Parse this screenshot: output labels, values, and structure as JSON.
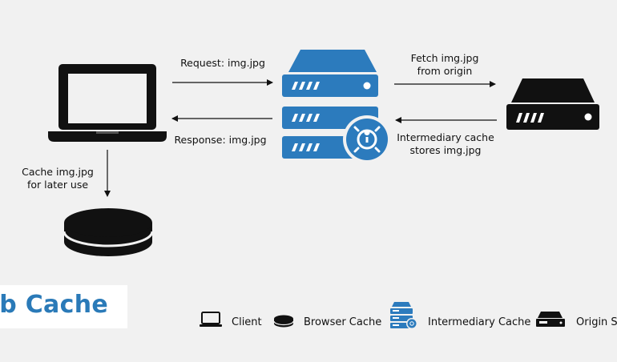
{
  "labels": {
    "request": "Request: img.jpg",
    "response": "Response: img.jpg",
    "fetch_line1": "Fetch img.jpg",
    "fetch_line2": "from origin",
    "stores_line1": "Intermediary cache",
    "stores_line2": "stores img.jpg",
    "cache_line1": "Cache img.jpg",
    "cache_line2": "for later use"
  },
  "title": "eb Cache",
  "legend": {
    "client": "Client",
    "browser_cache": "Browser Cache",
    "intermediary_cache": "Intermediary Cache",
    "origin_server": "Origin Se"
  },
  "colors": {
    "accent_blue": "#2c7bbd",
    "dark_blue": "#1f6aa8",
    "black": "#111111",
    "background": "#f1f1f1"
  },
  "icons": {
    "client": "laptop-icon",
    "browser_cache": "disk-icon",
    "intermediary_cache": "server-stack-icon",
    "origin_server": "server-icon",
    "lock": "lock-icon"
  }
}
